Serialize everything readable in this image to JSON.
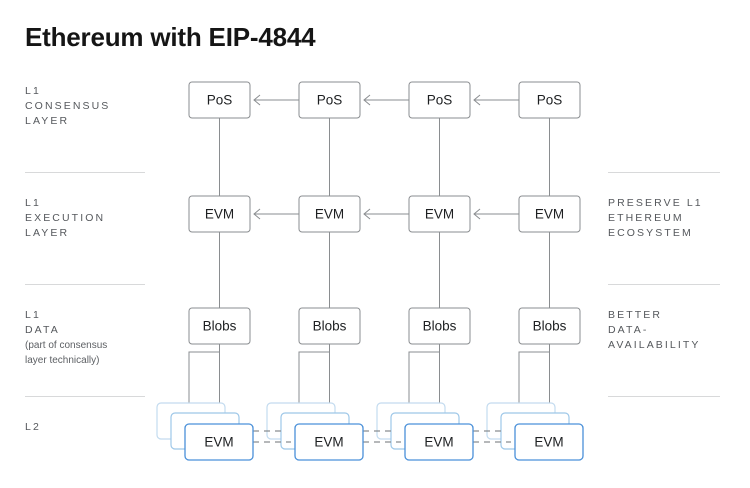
{
  "title": "Ethereum with EIP-4844",
  "colors": {
    "background": "#ffffff",
    "title": "#151515",
    "label": "#55585c",
    "stroke": "#8a8d90",
    "divider": "#d8d9da",
    "l2_back": "#c3dbef",
    "l2_mid": "#9ec7e8",
    "l2_front": "#4a90d9"
  },
  "left_labels": [
    {
      "id": "consensus",
      "line1": "L1",
      "line2": "CONSENSUS",
      "line3": "LAYER"
    },
    {
      "id": "execution",
      "line1": "L1",
      "line2": "EXECUTION",
      "line3": "LAYER"
    },
    {
      "id": "data",
      "line1": "L1",
      "line2": "DATA",
      "note1": "(part of consensus",
      "note2": "layer technically)"
    },
    {
      "id": "l2",
      "line1": "L2"
    }
  ],
  "right_labels": [
    {
      "id": "preserve",
      "line1": "PRESERVE L1",
      "line2": "ETHEREUM",
      "line3": "ECOSYSTEM"
    },
    {
      "id": "better",
      "line1": "BETTER",
      "line2": "DATA-",
      "line3": "AVAILABILITY"
    }
  ],
  "rows": [
    {
      "id": "consensus",
      "node_label": "PoS",
      "count": 4,
      "has_arrows": true
    },
    {
      "id": "execution",
      "node_label": "EVM",
      "count": 4,
      "has_arrows": true
    },
    {
      "id": "data",
      "node_label": "Blobs",
      "count": 4,
      "has_arrows": false
    },
    {
      "id": "l2",
      "node_label": "EVM",
      "count": 4,
      "has_arrows": false,
      "stacked": true,
      "dashed_links": true
    }
  ],
  "node_labels": {
    "consensus": [
      "PoS",
      "PoS",
      "PoS",
      "PoS"
    ],
    "execution": [
      "EVM",
      "EVM",
      "EVM",
      "EVM"
    ],
    "data": [
      "Blobs",
      "Blobs",
      "Blobs",
      "Blobs"
    ],
    "l2": [
      "EVM",
      "EVM",
      "EVM",
      "EVM"
    ]
  },
  "arrow_direction": "left"
}
